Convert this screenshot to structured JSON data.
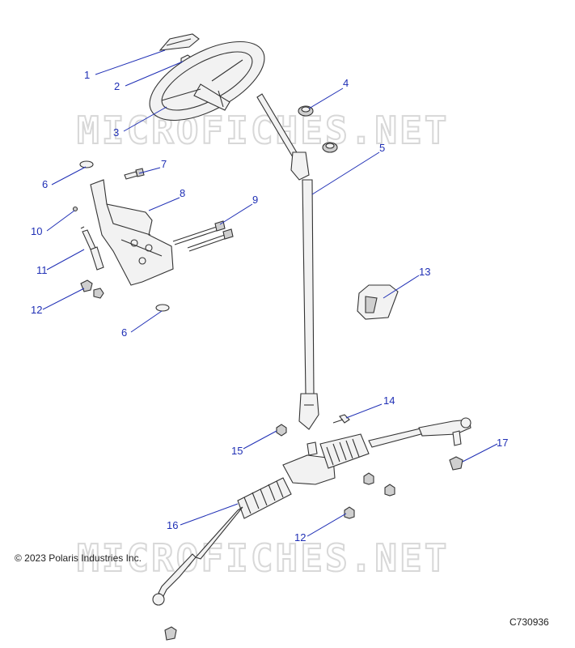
{
  "watermark": {
    "text": "MICROFICHES.NET",
    "color": "#d8d8d8"
  },
  "copyright": "© 2023 Polaris Industries Inc.",
  "diagram_code": "C730936",
  "callout_color": "#1f2fb5",
  "callouts": [
    {
      "id": "c1",
      "label": "1"
    },
    {
      "id": "c2",
      "label": "2"
    },
    {
      "id": "c3",
      "label": "3"
    },
    {
      "id": "c4",
      "label": "4"
    },
    {
      "id": "c5",
      "label": "5"
    },
    {
      "id": "c6a",
      "label": "6"
    },
    {
      "id": "c7",
      "label": "7"
    },
    {
      "id": "c8",
      "label": "8"
    },
    {
      "id": "c9",
      "label": "9"
    },
    {
      "id": "c10",
      "label": "10"
    },
    {
      "id": "c11",
      "label": "11"
    },
    {
      "id": "c12a",
      "label": "12"
    },
    {
      "id": "c6b",
      "label": "6"
    },
    {
      "id": "c13",
      "label": "13"
    },
    {
      "id": "c14",
      "label": "14"
    },
    {
      "id": "c15",
      "label": "15"
    },
    {
      "id": "c16",
      "label": "16"
    },
    {
      "id": "c17",
      "label": "17"
    },
    {
      "id": "c12b",
      "label": "12"
    }
  ]
}
